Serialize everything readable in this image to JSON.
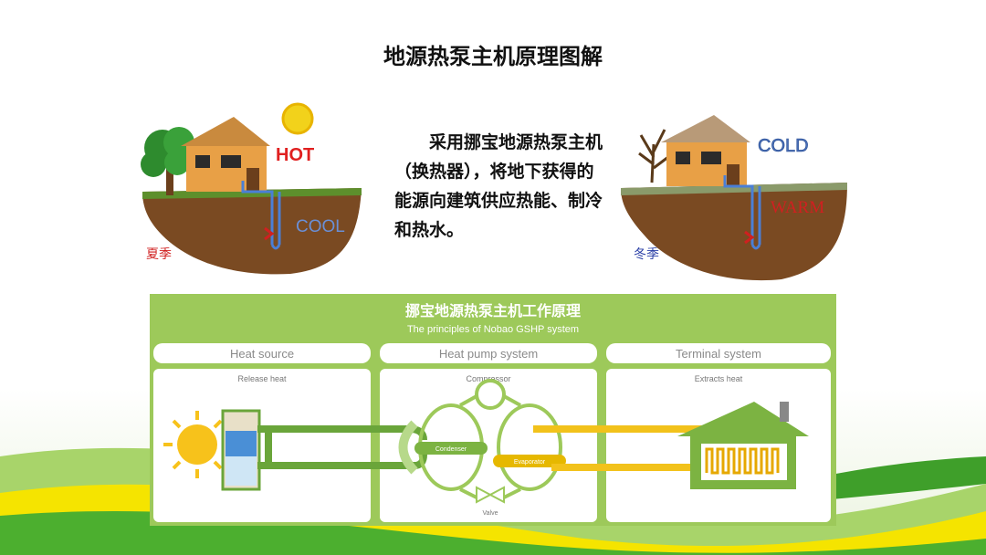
{
  "title": "地源热泵主机原理图解",
  "description": "采用挪宝地源热泵主机（换热器），将地下获得的能源向建筑供应热能、制冷和热水。",
  "summer_scene": {
    "air_label": "HOT",
    "ground_label": "COOL",
    "season_label": "夏季"
  },
  "winter_scene": {
    "air_label": "COLD",
    "ground_label": "WARM",
    "season_label": "冬季"
  },
  "principle_diagram": {
    "title_cn": "挪宝地源热泵主机工作原理",
    "title_en": "The principles of Nobao GSHP system",
    "sections": [
      {
        "header": "Heat source",
        "caption": "Release heat"
      },
      {
        "header": "Heat pump system",
        "caption": "Compressor"
      },
      {
        "header": "Terminal system",
        "caption": "Extracts heat"
      }
    ],
    "component_labels": {
      "condenser": "Condenser",
      "evaporator": "Evaporator",
      "valve": "Valve"
    }
  },
  "colors": {
    "green_band": "#8dc63f",
    "panel_green": "#9dc95a",
    "loop_green": "#6aa53a",
    "loop_yellow": "#f2c21b",
    "background_wave_yellow": "#f5e400"
  }
}
